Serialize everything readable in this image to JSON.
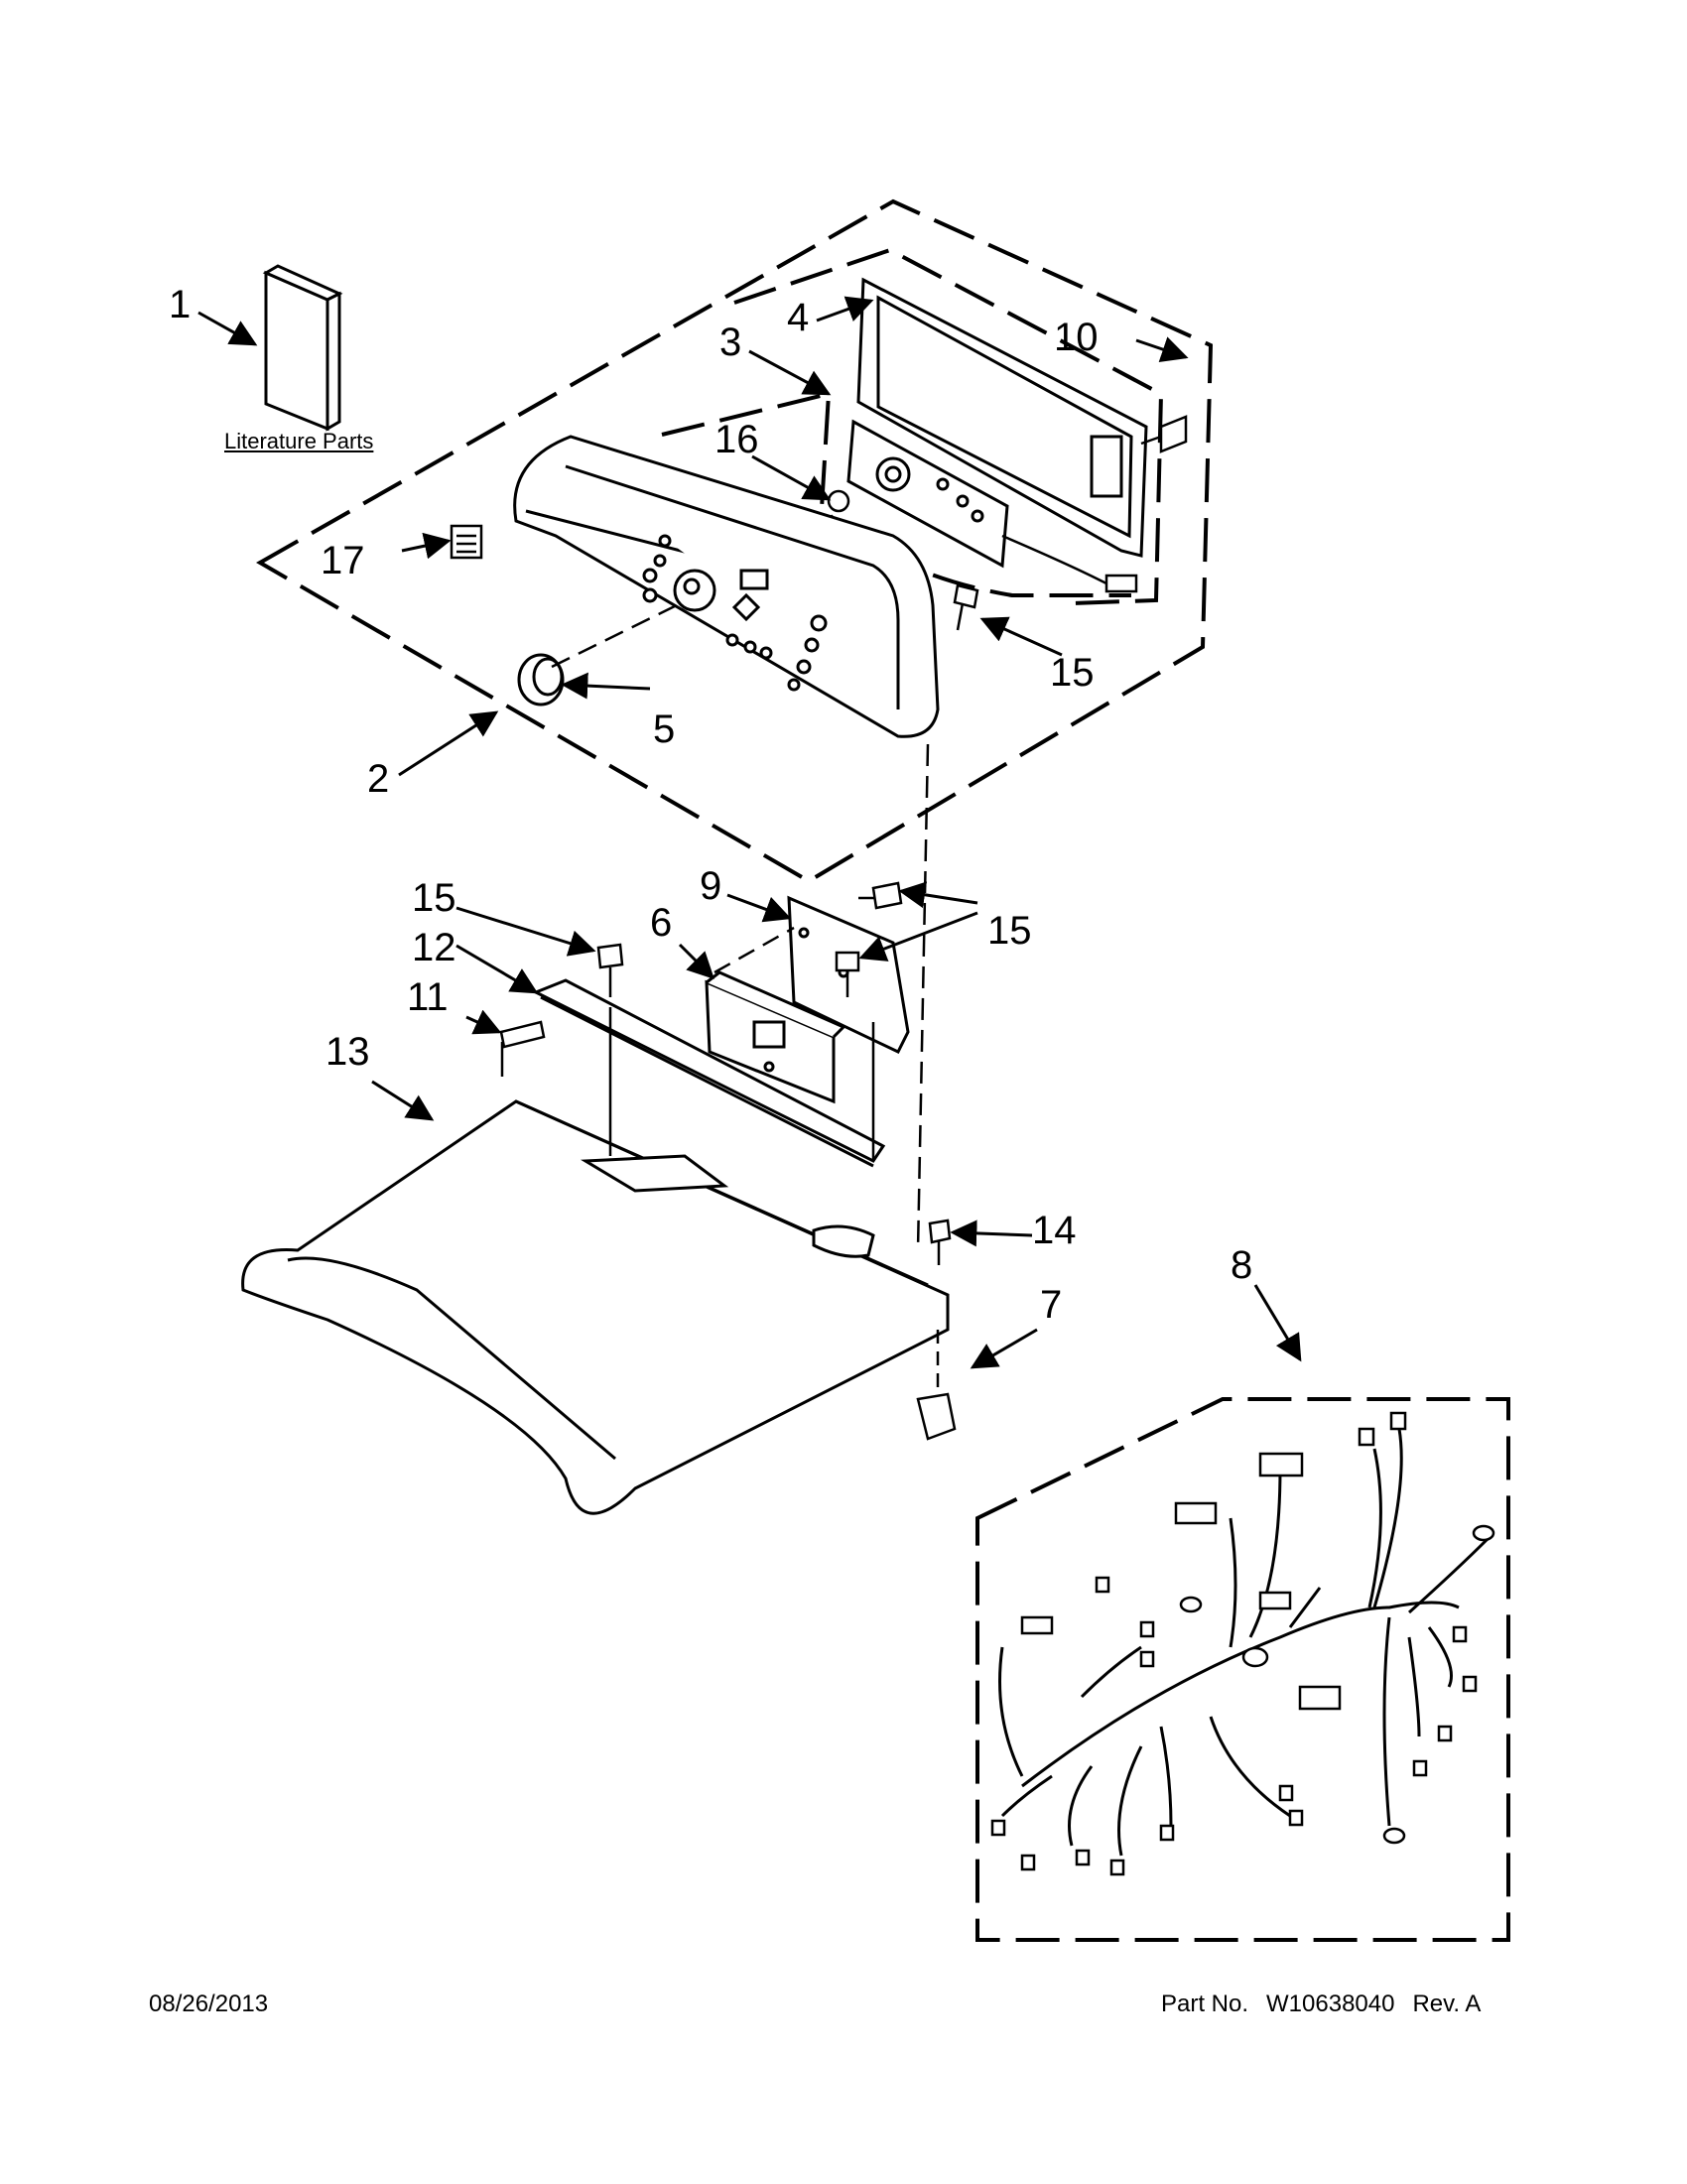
{
  "literature_label": "Literature Parts",
  "callouts": {
    "c1": "1",
    "c2": "2",
    "c3": "3",
    "c4": "4",
    "c5": "5",
    "c6": "6",
    "c7": "7",
    "c8": "8",
    "c9": "9",
    "c10": "10",
    "c11": "11",
    "c12": "12",
    "c13": "13",
    "c14": "14",
    "c15a": "15",
    "c15b": "15",
    "c15c": "15",
    "c16": "16",
    "c17": "17"
  },
  "footer": {
    "date": "08/26/2013",
    "part_label": "Part No.",
    "part_number": "W10638040",
    "revision": "Rev. A"
  },
  "colors": {
    "ink": "#000000",
    "paper": "#ffffff"
  }
}
